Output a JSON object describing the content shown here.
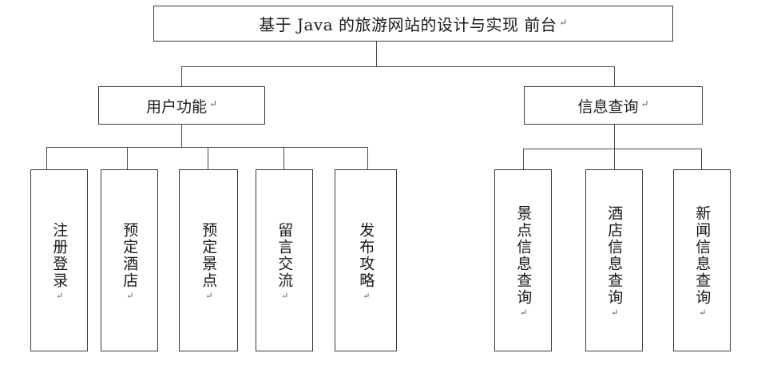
{
  "diagram": {
    "title_text": "基于 Java 的旅游网站的设计与实现  前台",
    "return_mark": "↵",
    "type": "hierarchy-tree",
    "line_color": "#4a4a4a",
    "border_color": "#3a3a3a",
    "background_color": "#ffffff"
  },
  "root": {
    "label": "基于 Java 的旅游网站的设计与实现  前台",
    "cr": "↵"
  },
  "branches": [
    {
      "label": "用户功能",
      "cr": "↵"
    },
    {
      "label": "信息查询",
      "cr": "↵"
    }
  ],
  "user_functions": {
    "label": "用户功能",
    "leaves": [
      {
        "label": "注册登录",
        "cr": "↵"
      },
      {
        "label": "预定酒店",
        "cr": "↵"
      },
      {
        "label": "预定景点",
        "cr": "↵"
      },
      {
        "label": "留言交流",
        "cr": "↵"
      },
      {
        "label": "发布攻略",
        "cr": "↵"
      }
    ]
  },
  "info_query": {
    "label": "信息查询",
    "leaves": [
      {
        "label": "景点信息查询",
        "cr": "↵"
      },
      {
        "label": "酒店信息查询",
        "cr": "↵"
      },
      {
        "label": "新闻信息查询",
        "cr": "↵"
      }
    ]
  }
}
